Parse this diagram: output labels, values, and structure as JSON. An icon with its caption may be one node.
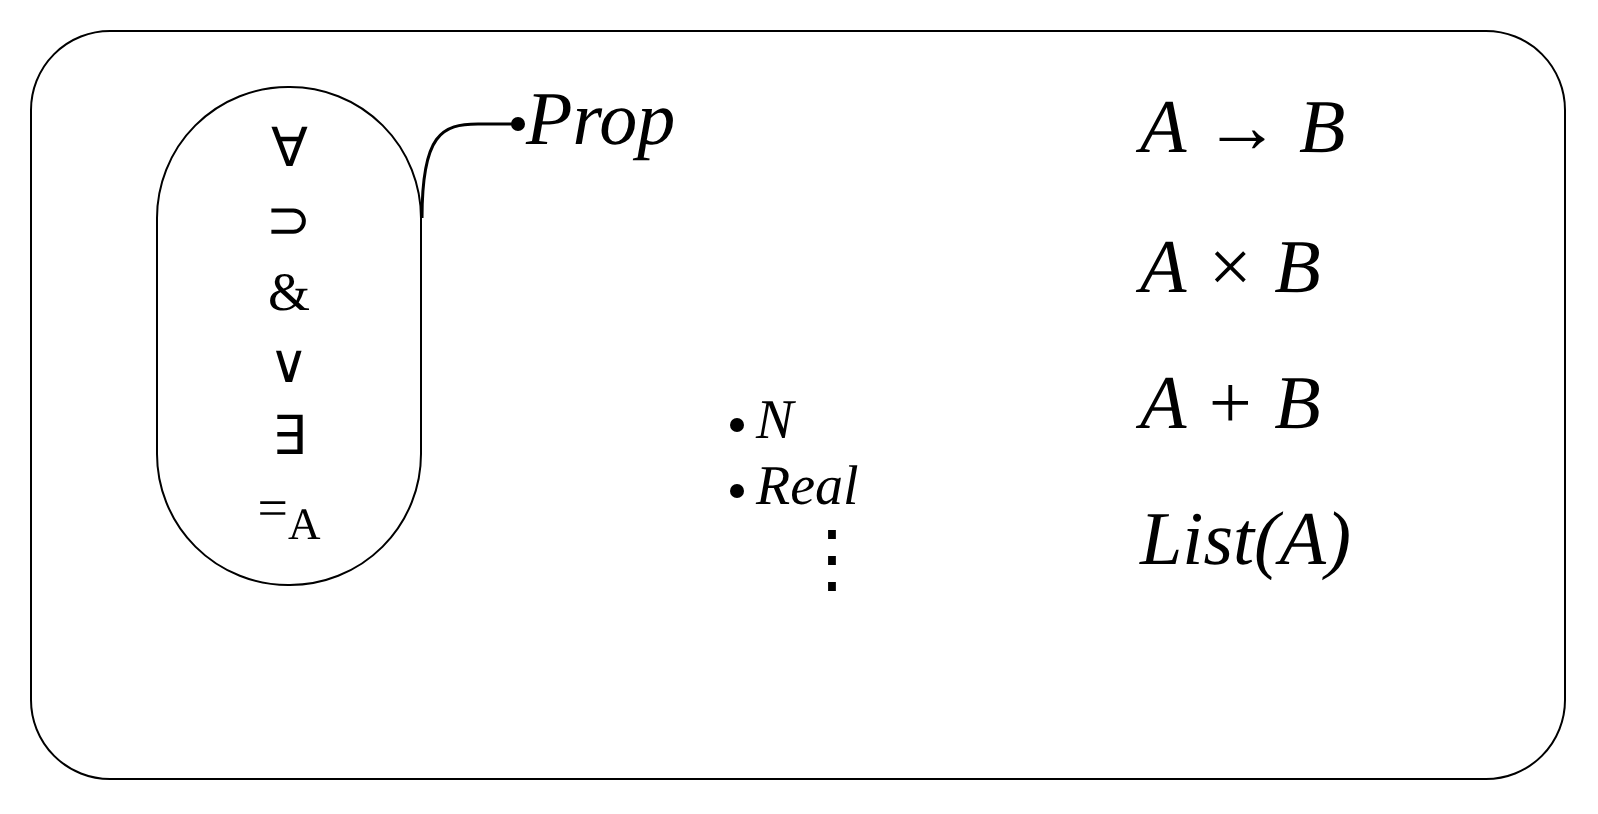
{
  "diagram": {
    "nodes": [
      {
        "text": [],
        "shape": "box"
      },
      {
        "text": [
          "∀",
          "⊃",
          "&",
          "∨",
          "∃",
          "=$_{A}$"
        ],
        "in": 0
      },
      {
        "text": [
          "Prop"
        ],
        "in": 0
      }
    ],
    "edges": [
      {
        "from": 1,
        "to": 2,
        "arrow": "other"
      }
    ],
    "labels": [
      "A → B",
      "A × B",
      "N",
      "A + B",
      "Real",
      "List(A)",
      "⋮"
    ]
  }
}
